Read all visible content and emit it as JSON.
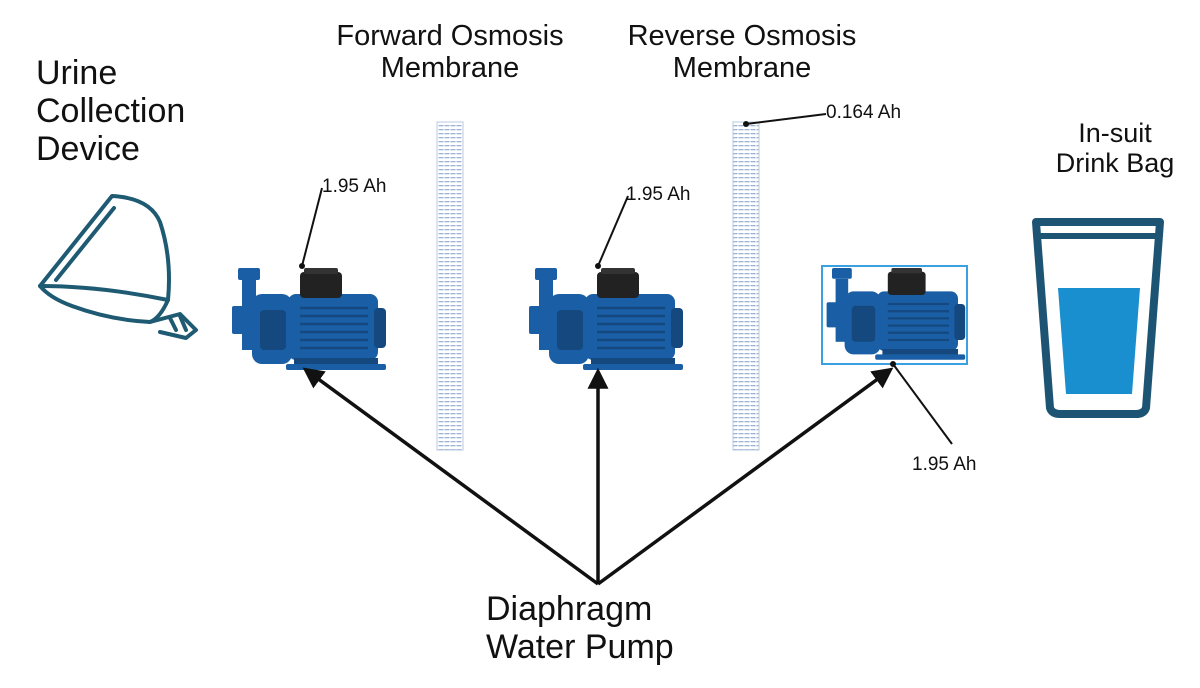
{
  "labels": {
    "urine_device": "Urine\nCollection\nDevice",
    "forward_membrane": "Forward Osmosis\nMembrane",
    "reverse_membrane": "Reverse Osmosis\nMembrane",
    "drink_bag": "In-suit\nDrink Bag",
    "pump": "Diaphragm\nWater Pump"
  },
  "annotations": {
    "pump1_capacity": "1.95 Ah",
    "pump2_capacity": "1.95 Ah",
    "pump3_capacity": "1.95 Ah",
    "ro_membrane_capacity": "0.164 Ah"
  },
  "colors": {
    "pump_blue": "#1a5fa5",
    "pump_dark": "#15487f",
    "motor_black": "#222222",
    "cup_outline": "#1f5a73",
    "glass_outline": "#1d5473",
    "water": "#1a8fcf",
    "membrane": "#8fa6c8",
    "highlight": "#3aa0e0",
    "arrow": "#111111"
  },
  "icons": {
    "urine_device": "menstrual-cup-icon",
    "pump": "centrifugal-pump-icon",
    "membrane": "membrane-icon",
    "drink_bag": "water-glass-icon"
  }
}
